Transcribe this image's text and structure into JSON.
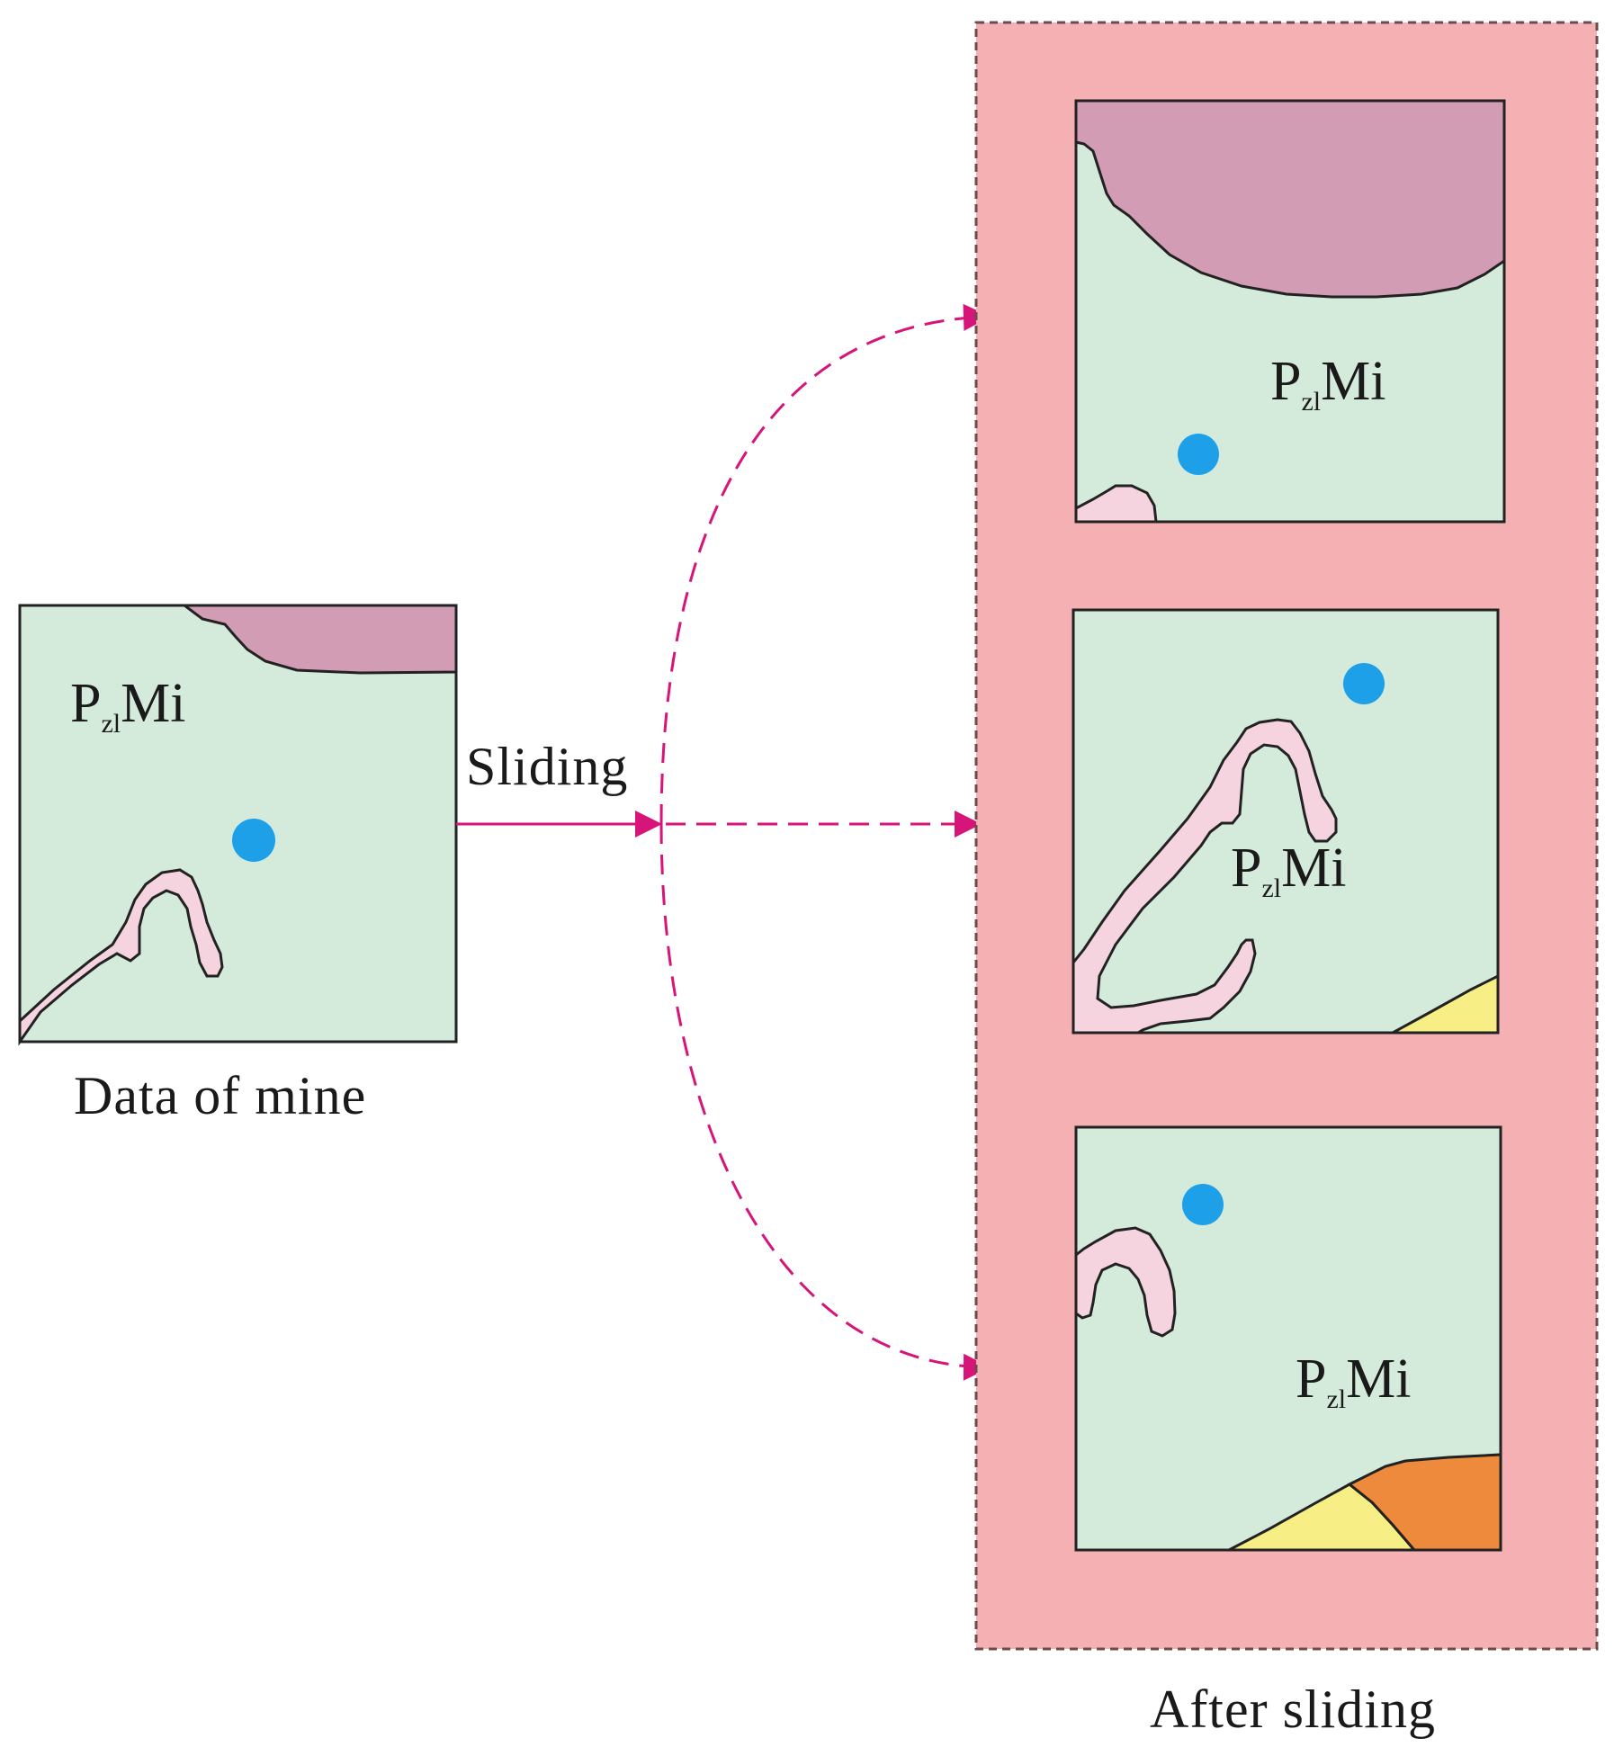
{
  "colors": {
    "map_background": "#d4eadb",
    "magenta_layer": "#d39cb5",
    "pink_vein": "#f5d3df",
    "yellow_layer": "#f7ef86",
    "orange_layer": "#ee8a3c",
    "mine_point": "#1da0e8",
    "result_panel": "#f4b0b3",
    "arrow": "#d6147a"
  },
  "source": {
    "unit_label_main": "P",
    "unit_label_sub": "zl",
    "unit_label_tail": "Mi",
    "caption": "Data of mine"
  },
  "arrow": {
    "label": "Sliding"
  },
  "results": {
    "caption": "After sliding",
    "windows": [
      {
        "unit_label_main": "P",
        "unit_label_sub": "zl",
        "unit_label_tail": "Mi"
      },
      {
        "unit_label_main": "P",
        "unit_label_sub": "zl",
        "unit_label_tail": "Mi"
      },
      {
        "unit_label_main": "P",
        "unit_label_sub": "zl",
        "unit_label_tail": "Mi"
      }
    ]
  }
}
